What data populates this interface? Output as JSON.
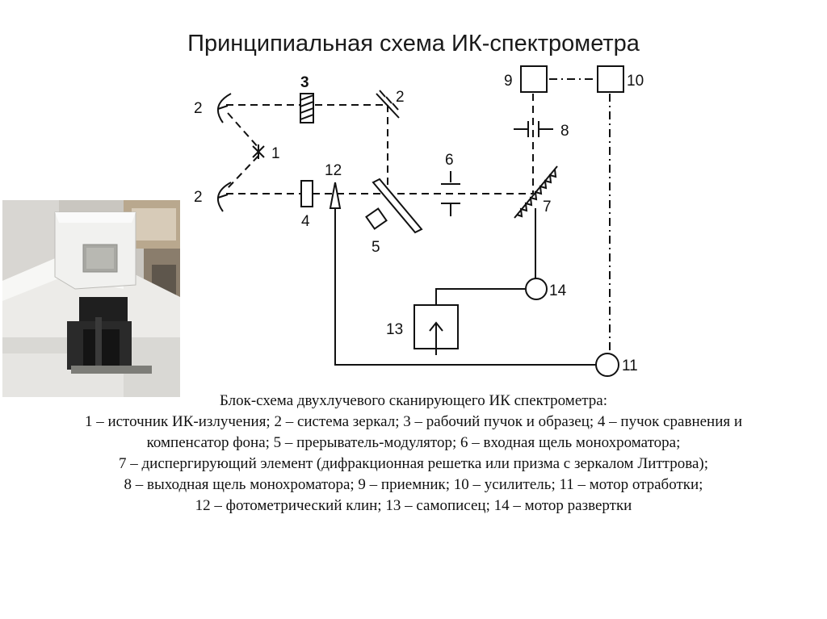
{
  "title": "Принципиальная схема ИК-спектрометра",
  "photo": {
    "alt": "ИК-спектрометр"
  },
  "diagram": {
    "labels": {
      "source": "1",
      "mirror_top_left": "2",
      "mirror_bottom_left": "2",
      "mirror_top_right": "2",
      "sample": "3",
      "reference": "4",
      "chopper": "5",
      "entrance_slit": "6",
      "grating": "7",
      "exit_slit": "8",
      "detector": "9",
      "amplifier": "10",
      "servo_motor": "11",
      "wedge": "12",
      "recorder": "13",
      "scan_motor": "14"
    }
  },
  "caption": {
    "lines": [
      "Блок-схема двухлучевого сканирующего ИК спектрометра:",
      "1 – источник ИК-излучения; 2 – система зеркал; 3 – рабочий пучок и образец; 4 – пучок сравнения и",
      "компенсатор фона; 5 – прерыватель-модулятор; 6 – входная щель монохроматора;",
      "7 – диспергирующий элемент (дифракционная решетка или призма с зеркалом Литтрова);",
      "8 – выходная щель монохроматора; 9 – приемник; 10 – усилитель; 11 – мотор отработки;",
      "12 – фотометрический клин; 13 – самописец; 14 – мотор развертки"
    ]
  }
}
